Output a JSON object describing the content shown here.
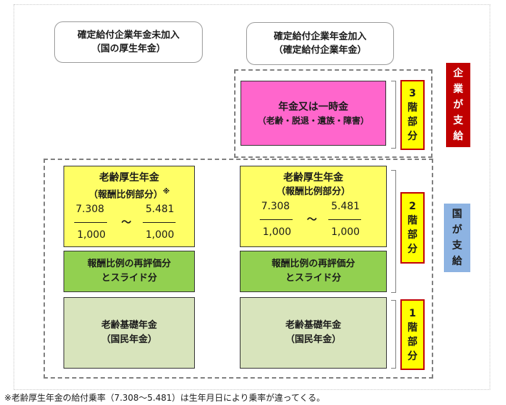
{
  "columns": {
    "left_header": {
      "line1": "確定給付企業年金未加入",
      "line2": "（国の厚生年金）"
    },
    "right_header": {
      "line1": "確定給付企業年金加入",
      "line2": "（確定給付企業年金）"
    }
  },
  "tier3_box": {
    "title": "年金又は一時金",
    "note": "（老齢・脱退・遺族・障害）"
  },
  "pension_box": {
    "title": "老齢厚生年金",
    "subtitle": "（報酬比例部分）",
    "mark": "※",
    "numerator_low": "7.308",
    "denominator_low": "1,000",
    "tilde": "～",
    "numerator_high": "5.481",
    "denominator_high": "1,000"
  },
  "revaluation_box": {
    "line1": "報酬比例の再評価分",
    "line2": "とスライド分"
  },
  "basic_box": {
    "line1": "老齢基礎年金",
    "line2": "（国民年金）"
  },
  "tiers": [
    {
      "num": "3",
      "c1": "階",
      "c2": "部",
      "c3": "分"
    },
    {
      "num": "2",
      "c1": "階",
      "c2": "部",
      "c3": "分"
    },
    {
      "num": "1",
      "c1": "階",
      "c2": "部",
      "c3": "分"
    }
  ],
  "payers": {
    "company": [
      "企",
      "業",
      "が",
      "支",
      "給"
    ],
    "state": [
      "国",
      "が",
      "支",
      "給"
    ]
  },
  "colors": {
    "tier3": "#ff66cc",
    "pension": "#ffff66",
    "revaluation": "#92d050",
    "basic": "#d8e4bc",
    "tier_label": "#ffff00",
    "company_payer": "#c00000",
    "state_payer": "#8db3e2"
  },
  "footnote": "※老齢厚生年金の給付乗率（7.308～5.481）は生年月日により乗率が違ってくる。"
}
